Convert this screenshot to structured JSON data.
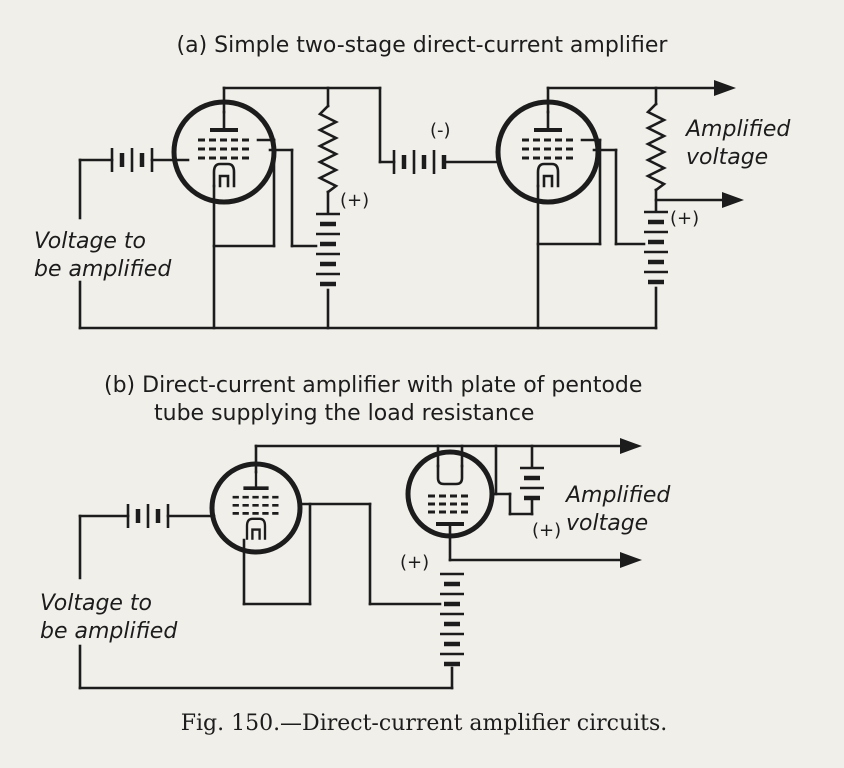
{
  "figure_a": {
    "title": "(a) Simple two-stage direct-current amplifier",
    "input_label_line1": "Voltage to",
    "input_label_line2": "be amplified",
    "output_label_line1": "Amplified",
    "output_label_line2": "voltage",
    "polarity_plus_1": "(+)",
    "polarity_minus": "(-)",
    "polarity_plus_2": "(+)"
  },
  "figure_b": {
    "title_line1": "(b) Direct-current amplifier with plate of pentode",
    "title_line2": "tube supplying the load resistance",
    "input_label_line1": "Voltage to",
    "input_label_line2": "be amplified",
    "output_label_line1": "Amplified",
    "output_label_line2": "voltage",
    "polarity_plus_1": "(+)",
    "polarity_plus_2": "(+)"
  },
  "caption": "Fig. 150.—Direct-current amplifier circuits."
}
